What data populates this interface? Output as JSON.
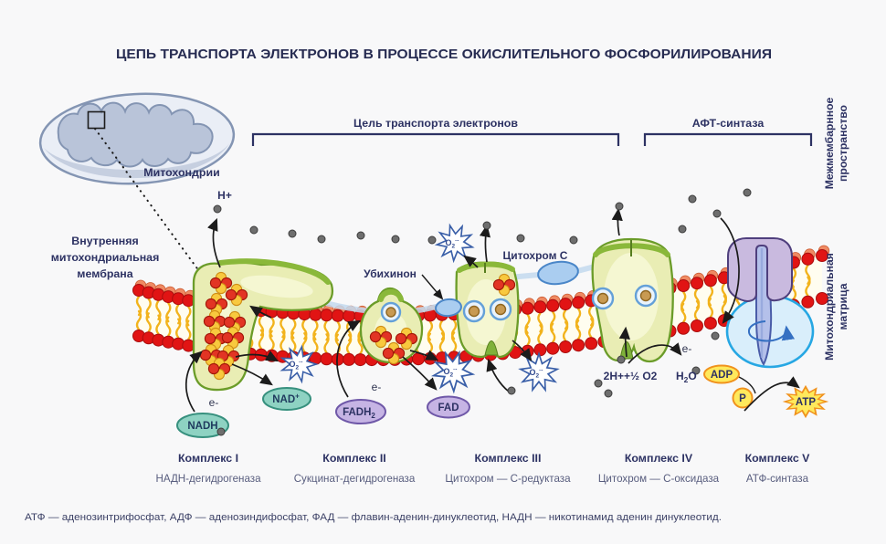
{
  "title": "ЦЕПЬ ТРАНСПОРТА ЭЛЕКТРОНОВ В ПРОЦЕССЕ ОКИСЛИТЕЛЬНОГО ФОСФОРИЛИРОВАНИЯ",
  "brackets": {
    "electron_chain": "Цель транспорта электронов",
    "atp_synthase": "АФТ-синтаза"
  },
  "regions": {
    "intermembrane_line1": "Межмембарнное",
    "intermembrane_line2": "пространство",
    "matrix_line1": "Митохондриальная",
    "matrix_line2": "матрица"
  },
  "organelle_label": "Митохондрии",
  "inner_membrane_label": {
    "line1": "Внутренняя",
    "line2": "митохондриальная",
    "line3": "мембрана"
  },
  "labels": {
    "h_plus": "H+",
    "ubiquinone": "Убихинон",
    "cytochrome_c": "Цитохром C",
    "electron1": "e-",
    "electron2": "e-",
    "electron3": "e-",
    "oxygen_reaction": "2H++½ O2",
    "water_h": "H",
    "water_sub": "2",
    "water_o": "O",
    "superoxide_o": "O",
    "superoxide_sub": "2",
    "superoxide_sup": "·-"
  },
  "molecules": {
    "nadh": "NADH",
    "nad_base": "NAD",
    "nad_sup": "+",
    "fadh_base": "FADH",
    "fadh_sub": "2",
    "fad": "FAD",
    "adp": "ADP",
    "phosphate": "P",
    "atp": "ATP"
  },
  "complexes": [
    {
      "name": "Комплекс I",
      "enzyme": "НАДН-дегидрогеназа"
    },
    {
      "name": "Комплекс II",
      "enzyme": "Сукцинат-дегидрогеназа"
    },
    {
      "name": "Комплекс III",
      "enzyme": "Цитохром — С-редуктаза"
    },
    {
      "name": "Комплекс IV",
      "enzyme": "Цитохром — С-оксидаза"
    },
    {
      "name": "Комплекс V",
      "enzyme": "АТФ-синтаза"
    }
  ],
  "footnote": "АТФ — аденозинтрифосфат, АДФ — аденозиндифосфат, ФАД — флавин-аденин-динуклеотид, НАДН — никотинамид аденин динуклеотид.",
  "colors": {
    "background": "#f8f8f9",
    "text_navy": "#2d3263",
    "membrane_red": "#e11414",
    "lipid_yellow": "#f2b31c",
    "complex_fill": "#e9edb4",
    "complex_green": "#6b9c29",
    "atp_synthase_purple": "#c9badf",
    "f1_blue": "#27a7e3",
    "nad_teal": "#8ed2c2",
    "fad_purple": "#c6b4e4",
    "energy_yellow": "#ffe95c",
    "energy_orange": "#f0921e",
    "superoxide_blue": "#3a5fa8"
  }
}
